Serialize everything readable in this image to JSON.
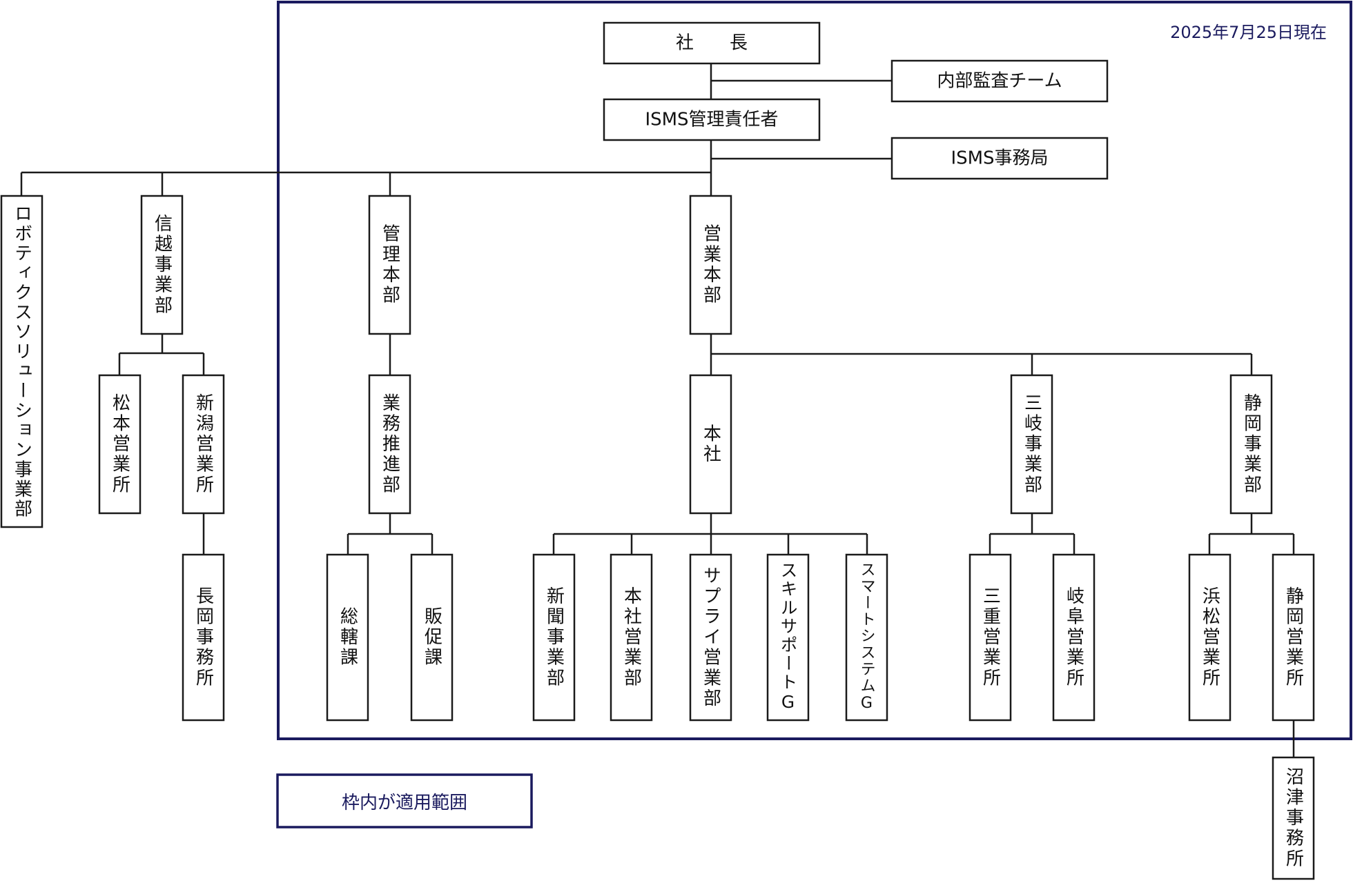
{
  "date_label": "2025年7月25日現在",
  "scope_label": "枠内が適用範囲",
  "colors": {
    "scope_border": "#1a1a5e",
    "scope_text": "#1a1a5e",
    "line": "#1a1a1a",
    "box_fill": "#ffffff",
    "box_border": "#1a1a1a"
  },
  "nodes": {
    "president": {
      "label": "社　　長",
      "orientation": "horizontal"
    },
    "internal_audit": {
      "label": "内部監査チーム",
      "orientation": "horizontal"
    },
    "isms_manager": {
      "label": "ISMS管理責任者",
      "orientation": "horizontal"
    },
    "isms_office": {
      "label": "ISMS事務局",
      "orientation": "horizontal"
    },
    "robotics": {
      "label": "ロボティクスソリューション事業部",
      "orientation": "vertical"
    },
    "shinetsu": {
      "label": "信越事業部",
      "orientation": "vertical"
    },
    "matsumoto": {
      "label": "松本営業所",
      "orientation": "vertical"
    },
    "niigata": {
      "label": "新潟営業所",
      "orientation": "vertical"
    },
    "nagaoka": {
      "label": "長岡事務所",
      "orientation": "vertical"
    },
    "admin_hq": {
      "label": "管理本部",
      "orientation": "vertical"
    },
    "business_promo": {
      "label": "業務推進部",
      "orientation": "vertical"
    },
    "general_affairs": {
      "label": "総轄課",
      "orientation": "vertical"
    },
    "sales_promo": {
      "label": "販促課",
      "orientation": "vertical"
    },
    "sales_hq": {
      "label": "営業本部",
      "orientation": "vertical"
    },
    "head_office": {
      "label": "本社",
      "orientation": "vertical"
    },
    "newspaper": {
      "label": "新聞事業部",
      "orientation": "vertical"
    },
    "honsha_sales": {
      "label": "本社営業部",
      "orientation": "vertical"
    },
    "supply_sales": {
      "label": "サプライ営業部",
      "orientation": "vertical"
    },
    "skill_support": {
      "label": "スキルサポートG",
      "orientation": "vertical"
    },
    "smart_system": {
      "label": "スマートシステムG",
      "orientation": "vertical"
    },
    "sangi": {
      "label": "三岐事業部",
      "orientation": "vertical"
    },
    "mie_sales": {
      "label": "三重営業所",
      "orientation": "vertical"
    },
    "gifu_sales": {
      "label": "岐阜営業所",
      "orientation": "vertical"
    },
    "shizuoka_div": {
      "label": "静岡事業部",
      "orientation": "vertical"
    },
    "hamamatsu_sales": {
      "label": "浜松営業所",
      "orientation": "vertical"
    },
    "shizuoka_sales": {
      "label": "静岡営業所",
      "orientation": "vertical"
    },
    "numazu": {
      "label": "沼津事務所",
      "orientation": "vertical"
    }
  },
  "edges": [
    [
      "president",
      "isms_manager"
    ],
    [
      "president",
      "internal_audit"
    ],
    [
      "isms_manager",
      "isms_office"
    ],
    [
      "isms_manager",
      "robotics"
    ],
    [
      "isms_manager",
      "shinetsu"
    ],
    [
      "isms_manager",
      "admin_hq"
    ],
    [
      "isms_manager",
      "sales_hq"
    ],
    [
      "shinetsu",
      "matsumoto"
    ],
    [
      "shinetsu",
      "niigata"
    ],
    [
      "niigata",
      "nagaoka"
    ],
    [
      "admin_hq",
      "business_promo"
    ],
    [
      "business_promo",
      "general_affairs"
    ],
    [
      "business_promo",
      "sales_promo"
    ],
    [
      "sales_hq",
      "head_office"
    ],
    [
      "sales_hq",
      "sangi"
    ],
    [
      "sales_hq",
      "shizuoka_div"
    ],
    [
      "head_office",
      "newspaper"
    ],
    [
      "head_office",
      "honsha_sales"
    ],
    [
      "head_office",
      "supply_sales"
    ],
    [
      "head_office",
      "skill_support"
    ],
    [
      "head_office",
      "smart_system"
    ],
    [
      "sangi",
      "mie_sales"
    ],
    [
      "sangi",
      "gifu_sales"
    ],
    [
      "shizuoka_div",
      "hamamatsu_sales"
    ],
    [
      "shizuoka_div",
      "shizuoka_sales"
    ],
    [
      "shizuoka_sales",
      "numazu"
    ]
  ]
}
